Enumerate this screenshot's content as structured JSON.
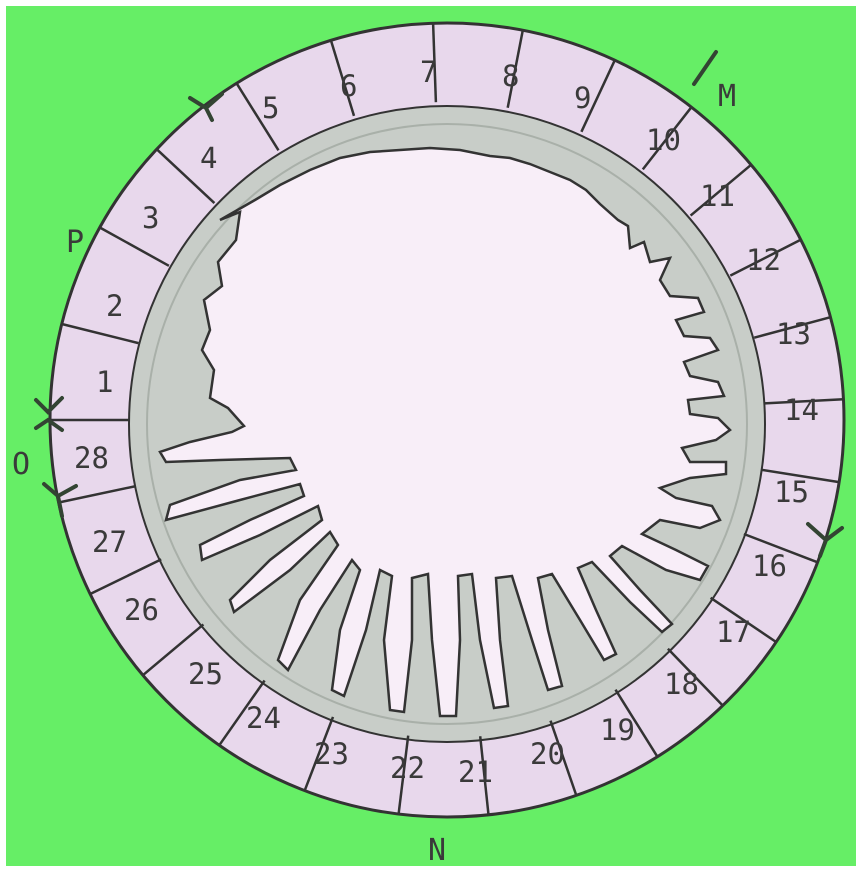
{
  "diagram": {
    "colors": {
      "background": "#66ee66",
      "border": "#ffffff",
      "ring": "#e8d8ec",
      "ring_outline": "#333333",
      "inner_wall": "#c8cdc8",
      "lumen": "#f8eef8",
      "marker": "#334433"
    },
    "segments": [
      "1",
      "2",
      "3",
      "4",
      "5",
      "6",
      "7",
      "8",
      "9",
      "10",
      "11",
      "12",
      "13",
      "14",
      "15",
      "16",
      "17",
      "18",
      "19",
      "20",
      "21",
      "22",
      "23",
      "24",
      "25",
      "26",
      "27",
      "28"
    ],
    "regions": {
      "m": "M",
      "n": "N",
      "o": "O",
      "p": "P"
    }
  }
}
